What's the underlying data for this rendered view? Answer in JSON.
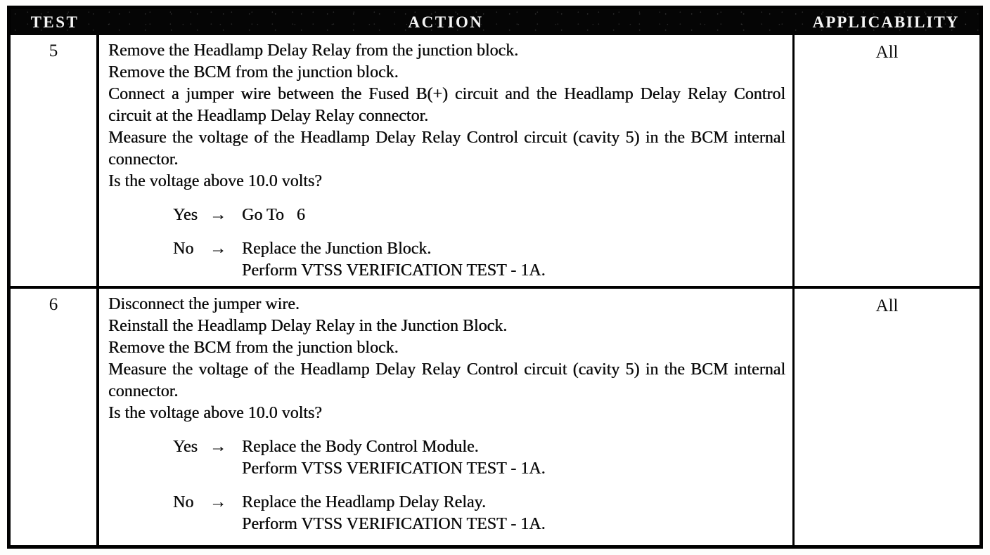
{
  "table": {
    "header": {
      "columns": [
        "TEST",
        "ACTION",
        "APPLICABILITY"
      ]
    },
    "rows": [
      {
        "test": "5",
        "applicability": "All",
        "action_lines": [
          "Remove the Headlamp Delay Relay from the junction block.",
          "Remove the BCM from the junction block.",
          "Connect a jumper wire between the Fused B(+) circuit and the Headlamp Delay Relay Control circuit at the Headlamp Delay Relay connector.",
          "Measure the voltage of the Headlamp Delay Relay Control circuit (cavity 5) in the BCM internal connector.",
          "Is the voltage above 10.0 volts?"
        ],
        "decisions": [
          {
            "label": "Yes",
            "arrow": "→",
            "lines": [
              "Go To   6"
            ]
          },
          {
            "label": "No",
            "arrow": "→",
            "lines": [
              "Replace the Junction Block.",
              "Perform VTSS VERIFICATION TEST - 1A."
            ]
          }
        ]
      },
      {
        "test": "6",
        "applicability": "All",
        "action_lines": [
          "Disconnect the jumper wire.",
          "Reinstall the Headlamp Delay Relay in the Junction Block.",
          "Remove the BCM from the junction block.",
          "Measure the voltage of the Headlamp Delay Relay Control circuit (cavity 5) in the BCM internal connector.",
          "Is the voltage above 10.0 volts?"
        ],
        "decisions": [
          {
            "label": "Yes",
            "arrow": "→",
            "lines": [
              "Replace the Body Control Module.",
              "Perform VTSS VERIFICATION TEST - 1A."
            ]
          },
          {
            "label": "No",
            "arrow": "→",
            "lines": [
              "Replace the Headlamp Delay Relay.",
              "Perform VTSS VERIFICATION TEST - 1A."
            ]
          }
        ]
      }
    ]
  },
  "colors": {
    "header_bg": "#050505",
    "header_text": "#f4f4f4",
    "body_text": "#0b0b0b",
    "border": "#000000",
    "page_bg": "#ffffff"
  }
}
